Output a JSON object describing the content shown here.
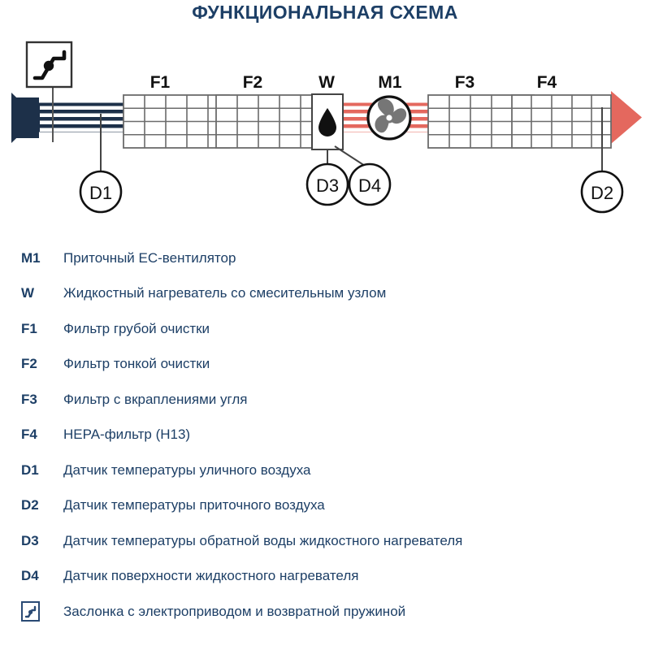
{
  "title": "ФУНКЦИОНАЛЬНАЯ СХЕМА",
  "colors": {
    "title": "#1d3f66",
    "legend_text": "#1d3f66",
    "intake_air": "#1d3049",
    "supply_air": "#e4685e",
    "component_outline": "#666666",
    "sensor_outline": "#111111",
    "fan_blade": "#767676",
    "background": "#ffffff"
  },
  "schematic": {
    "intake_arrow": {
      "name": "outdoor-air-intake-arrow",
      "direction": "left",
      "color": "#1d3049"
    },
    "supply_arrow": {
      "name": "supply-air-outlet-arrow",
      "direction": "right",
      "color": "#e4685e"
    },
    "damper": {
      "label": "",
      "icon": "damper-actuator-icon"
    },
    "components": [
      {
        "id": "F1",
        "label": "F1",
        "type": "filter",
        "columns": 5,
        "rows": 4
      },
      {
        "id": "F2",
        "label": "F2",
        "type": "filter",
        "columns": 5,
        "rows": 4
      },
      {
        "id": "W",
        "label": "W",
        "type": "water-heater",
        "icon": "water-drop-icon"
      },
      {
        "id": "M1",
        "label": "M1",
        "type": "fan",
        "icon": "fan-icon",
        "blades": 3
      },
      {
        "id": "F3",
        "label": "F3",
        "type": "filter",
        "columns": 5,
        "rows": 4
      },
      {
        "id": "F4",
        "label": "F4",
        "type": "filter",
        "columns": 5,
        "rows": 4
      }
    ],
    "sensors": [
      {
        "id": "D1",
        "label": "D1",
        "leader": "vertical"
      },
      {
        "id": "D3",
        "label": "D3",
        "leader": "vertical"
      },
      {
        "id": "D4",
        "label": "D4",
        "leader": "diagonal"
      },
      {
        "id": "D2",
        "label": "D2",
        "leader": "vertical"
      }
    ]
  },
  "legend": {
    "rows": [
      {
        "key": "M1",
        "key_type": "text",
        "description": "Приточный EC-вентилятор"
      },
      {
        "key": "W",
        "key_type": "text",
        "description": "Жидкостный нагреватель со смесительным узлом"
      },
      {
        "key": "F1",
        "key_type": "text",
        "description": "Фильтр грубой очистки"
      },
      {
        "key": "F2",
        "key_type": "text",
        "description": "Фильтр тонкой очистки"
      },
      {
        "key": "F3",
        "key_type": "text",
        "description": "Фильтр с вкраплениями угля"
      },
      {
        "key": "F4",
        "key_type": "text",
        "description": "HEPA-фильтр (H13)"
      },
      {
        "key": "D1",
        "key_type": "text",
        "description": "Датчик температуры уличного воздуха"
      },
      {
        "key": "D2",
        "key_type": "text",
        "description": "Датчик температуры приточного воздуха"
      },
      {
        "key": "D3",
        "key_type": "text",
        "description": "Датчик температуры обратной воды жидкостного нагревателя"
      },
      {
        "key": "D4",
        "key_type": "text",
        "description": "Датчик поверхности жидкостного нагревателя"
      },
      {
        "key": "",
        "key_type": "icon",
        "key_icon": "damper-actuator-icon",
        "description": "Заслонка с электроприводом и возвратной пружиной"
      }
    ]
  }
}
